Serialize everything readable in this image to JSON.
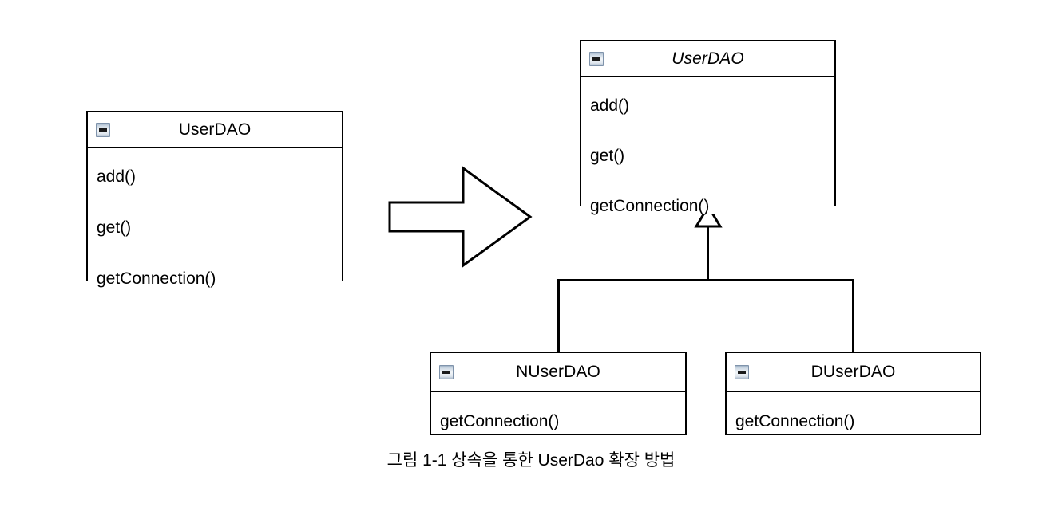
{
  "figure": {
    "caption": "그림 1-1 상속을 통한 UserDao 확장 방법",
    "colors": {
      "stroke": "#000000",
      "background": "#ffffff",
      "icon_border": "#7f93ab",
      "icon_bar": "#1b1b1b"
    }
  },
  "classes": {
    "before": {
      "name": "UserDAO",
      "abstract": false,
      "icon": "collapse-minus-icon",
      "members": [
        "add()",
        "get()",
        "getConnection()"
      ]
    },
    "parent": {
      "name": "UserDAO",
      "abstract": true,
      "icon": "collapse-minus-icon",
      "members": [
        "add()",
        "get()",
        "getConnection()"
      ]
    },
    "child_left": {
      "name": "NUserDAO",
      "abstract": false,
      "icon": "collapse-minus-icon",
      "members": [
        "getConnection()"
      ]
    },
    "child_right": {
      "name": "DUserDAO",
      "abstract": false,
      "icon": "collapse-minus-icon",
      "members": [
        "getConnection()"
      ]
    }
  },
  "connectors": {
    "generalization_label": "generalization-inheritance",
    "arrow_label": "transformation-arrow"
  }
}
